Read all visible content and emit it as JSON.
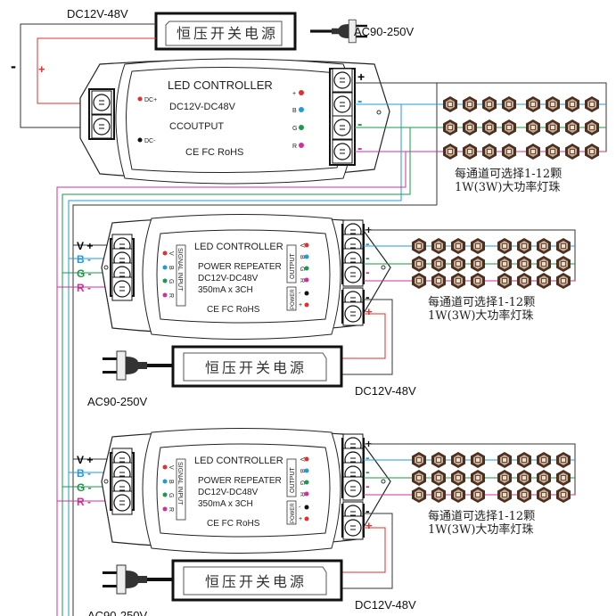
{
  "colors": {
    "v_plus": "#111111",
    "blue": "#1e9be0",
    "green": "#1a9a4a",
    "pink": "#d0309a",
    "red": "#e03030",
    "bead": "#4a3020"
  },
  "top": {
    "dc_label": "DC12V-48V",
    "psu_label": "恒压开关电源",
    "ac_label": "AC90-250V",
    "minus": "-",
    "plus": "+",
    "controller": {
      "title": "LED CONTROLLER",
      "line1": "DC12V-DC48V",
      "line2": "CCOUTPUT",
      "certs": "CE FC RoHS",
      "dc_plus": "DC+",
      "dc_minus": "DC-",
      "out_pins": [
        "+",
        "B",
        "G",
        "R"
      ],
      "terminal_signs": [
        "+",
        "-",
        "-",
        "-"
      ]
    },
    "strip_note": [
      "每通道可选择1-12颗",
      "1W(3W)大功率灯珠"
    ]
  },
  "repeater": {
    "input_labels": [
      "V +",
      "B -",
      "G -",
      "R -"
    ],
    "title": "LED CONTROLLER",
    "line1": "POWER REPEATER",
    "line2": "DC12V-DC48V",
    "line3": "350mA x 3CH",
    "certs": "CE FC RoHS",
    "signal_input": "SIGNAL INPUT",
    "in_pins": [
      "V",
      "B",
      "G",
      "R"
    ],
    "output": "OUTPUT",
    "out_pins": [
      "V",
      "B",
      "G",
      "R"
    ],
    "power": "POWER",
    "power_pins": [
      "-",
      "+"
    ],
    "terminal_signs": [
      "+",
      "-",
      "-",
      "-"
    ],
    "power_signs": [
      "-",
      "+"
    ],
    "psu_label": "恒压开关电源",
    "ac_label": "AC90-250V",
    "dc_label": "DC12V-48V",
    "strip_note": [
      "每通道可选择1-12颗",
      "1W(3W)大功率灯珠"
    ]
  }
}
